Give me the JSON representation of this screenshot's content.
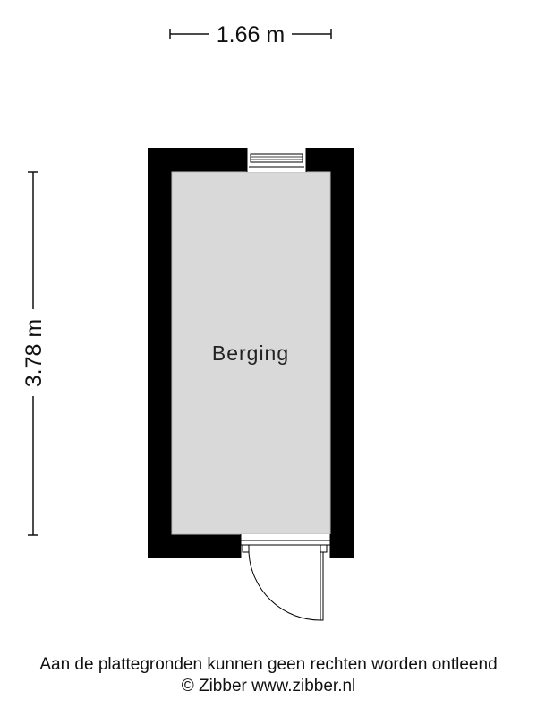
{
  "dimensions": {
    "width_label": "1.66 m",
    "height_label": "3.78 m"
  },
  "rooms": [
    {
      "label": "Berging"
    }
  ],
  "footer": {
    "disclaimer": "Aan de plattegronden kunnen geen rechten worden ontleend",
    "copyright": "© Zibber www.zibber.nl"
  },
  "colors": {
    "wall": "#000000",
    "floor": "#d9d9d9",
    "dimension_line": "#111111"
  }
}
